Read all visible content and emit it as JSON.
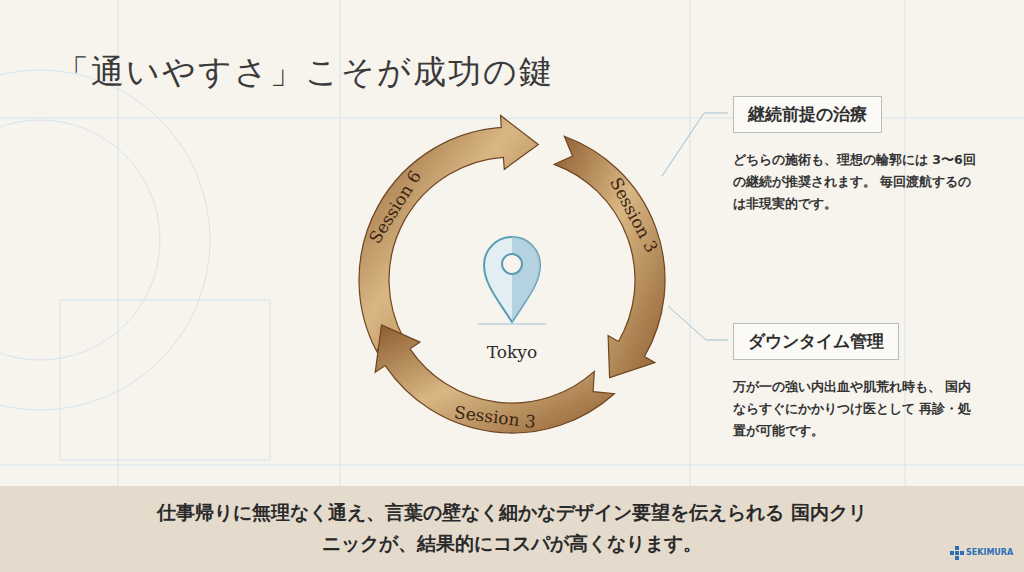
{
  "diagram": {
    "title": "「通いやすさ」こそが成功の鍵",
    "caption": "仕事帰りに無理なく通え、言葉の壁なく細かなデザイン要望を伝えられる 国内クリニックが、結果的にコスパが高くなります。",
    "nodes": [
      {
        "text": [
          "継続前提の治療",
          "どちらの施術も、理想の輪郭には 3〜6回の継続が推奨されます。 毎回渡航するのは非現実的です。"
        ]
      },
      {
        "text": [
          "ダウンタイム管理",
          "万が一の強い内出血や肌荒れ時も、 国内ならすぐにかかりつけ医として 再診・処置が可能です。"
        ]
      }
    ],
    "edges": [],
    "labels": [
      "Session 6",
      "Session 3",
      "Session 3",
      "Tokyo",
      "SEKIMURA"
    ]
  }
}
